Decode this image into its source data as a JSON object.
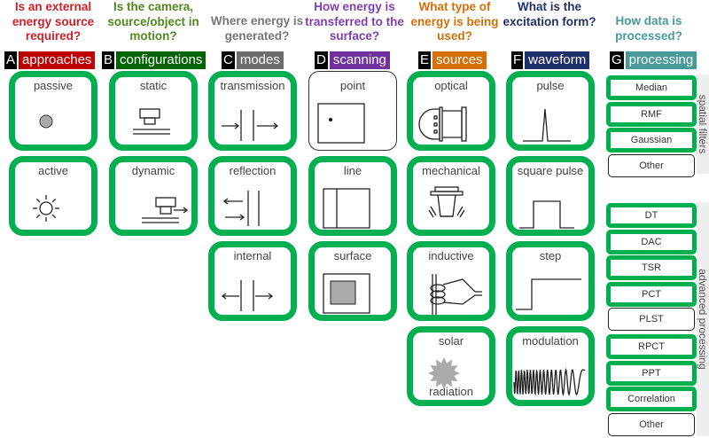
{
  "accent_green": "#00b050",
  "columns": [
    {
      "id": "A",
      "letter": "A",
      "label": "approaches",
      "question": "Is an external energy source required?",
      "qcolor": "#d0202a",
      "lcolor": "#c00000",
      "items": [
        {
          "label": "passive",
          "icon": "gray-dot-icon",
          "active": true
        },
        {
          "label": "active",
          "icon": "sun-outline-icon",
          "active": true
        }
      ]
    },
    {
      "id": "B",
      "letter": "B",
      "label": "configurations",
      "question": "Is the camera, source/object in motion?",
      "qcolor": "#4e8a1e",
      "lcolor": "#006400",
      "items": [
        {
          "label": "static",
          "icon": "camera-static-icon",
          "active": true
        },
        {
          "label": "dynamic",
          "icon": "camera-moving-icon",
          "active": true
        }
      ]
    },
    {
      "id": "C",
      "letter": "C",
      "label": "modes",
      "question": "Where energy is generated?",
      "qcolor": "#777777",
      "lcolor": "#6d6d6d",
      "items": [
        {
          "label": "transmission",
          "icon": "transmission-icon",
          "active": true
        },
        {
          "label": "reflection",
          "icon": "reflection-icon",
          "active": true
        },
        {
          "label": "internal",
          "icon": "internal-icon",
          "active": true
        }
      ]
    },
    {
      "id": "D",
      "letter": "D",
      "label": "scanning",
      "question": "How energy is transferred to the surface?",
      "qcolor": "#7b3fb0",
      "lcolor": "#7030a0",
      "items": [
        {
          "label": "point",
          "icon": "point-scan-icon",
          "active": false
        },
        {
          "label": "line",
          "icon": "line-scan-icon",
          "active": true
        },
        {
          "label": "surface",
          "icon": "surface-scan-icon",
          "active": true
        }
      ]
    },
    {
      "id": "E",
      "letter": "E",
      "label": "sources",
      "question": "What type of energy is being used?",
      "qcolor": "#d46f0a",
      "lcolor": "#d46f0a",
      "items": [
        {
          "label": "optical",
          "icon": "lamp-icon",
          "active": true
        },
        {
          "label": "mechanical",
          "icon": "vibrator-icon",
          "active": true
        },
        {
          "label": "inductive",
          "icon": "coil-icon",
          "active": true
        },
        {
          "label": "solar",
          "label2": "radiation",
          "icon": "sun-filled-icon",
          "active": true
        }
      ]
    },
    {
      "id": "F",
      "letter": "F",
      "label": "waveform",
      "question": "What is the excitation form?",
      "qcolor": "#1f2f6b",
      "lcolor": "#1f2f6b",
      "items": [
        {
          "label": "pulse",
          "icon": "pulse-wave-icon",
          "active": true
        },
        {
          "label": "square pulse",
          "icon": "square-pulse-icon",
          "active": true
        },
        {
          "label": "step",
          "icon": "step-wave-icon",
          "active": true
        },
        {
          "label": "modulation",
          "icon": "chirp-wave-icon",
          "active": true
        }
      ]
    }
  ],
  "processing": {
    "letter": "G",
    "label": "processing",
    "question": "How data is processed?",
    "qcolor": "#4a9a9a",
    "lcolor": "#4a9a9a",
    "spatial_title": "spatial filters",
    "spatial": [
      {
        "label": "Median",
        "active": true
      },
      {
        "label": "RMF",
        "active": true
      },
      {
        "label": "Gaussian",
        "active": true
      },
      {
        "label": "Other",
        "active": false
      }
    ],
    "advanced_title": "advanced processing",
    "advanced": [
      {
        "label": "DT",
        "active": true
      },
      {
        "label": "DAC",
        "active": true
      },
      {
        "label": "TSR",
        "active": true
      },
      {
        "label": "PCT",
        "active": true
      },
      {
        "label": "PLST",
        "active": false
      },
      {
        "label": "RPCT",
        "active": true
      },
      {
        "label": "PPT",
        "active": true
      },
      {
        "label": "Correlation",
        "active": true
      },
      {
        "label": "Other",
        "active": false
      }
    ]
  }
}
